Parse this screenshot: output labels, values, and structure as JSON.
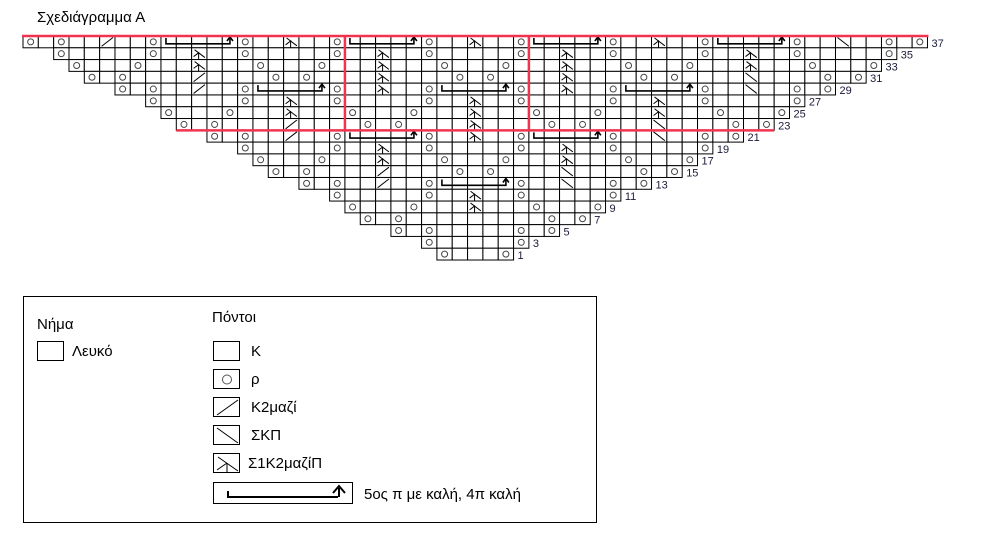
{
  "title": "Σχεδιάγραμμα Α",
  "chart_data": {
    "type": "knitting-chart",
    "columns": 59,
    "stitch_types": [
      "K",
      "ρ",
      "K2μαζί",
      "ΣΚΠ",
      "Σ1K2μαζίΠ",
      "bracket"
    ],
    "repeat": {
      "rows": [
        23,
        37
      ],
      "cols": [
        21,
        32
      ],
      "color": "#f0344f"
    },
    "rows": [
      {
        "row": 37,
        "first": 0,
        "last": 58,
        "o": [
          0,
          2,
          8,
          14,
          20,
          26,
          32,
          38,
          44,
          50,
          56,
          58
        ],
        "k2tog": [
          5
        ],
        "skp": [
          53
        ],
        "s1k2": [
          17,
          29,
          41
        ],
        "brackets": [
          [
            9,
            13
          ],
          [
            21,
            25
          ],
          [
            33,
            37
          ],
          [
            45,
            49
          ]
        ]
      },
      {
        "row": 35,
        "first": 2,
        "last": 56,
        "o": [
          2,
          8,
          14,
          20,
          26,
          32,
          38,
          44,
          50,
          56
        ],
        "k2tog": [],
        "skp": [],
        "s1k2": [
          11,
          23,
          35,
          47
        ],
        "brackets": []
      },
      {
        "row": 33,
        "first": 3,
        "last": 55,
        "o": [
          3,
          7,
          15,
          19,
          27,
          31,
          39,
          43,
          51,
          55
        ],
        "k2tog": [],
        "skp": [],
        "s1k2": [
          11,
          23,
          35,
          47
        ],
        "brackets": []
      },
      {
        "row": 31,
        "first": 4,
        "last": 54,
        "o": [
          4,
          6,
          16,
          18,
          28,
          30,
          40,
          42,
          52,
          54
        ],
        "k2tog": [
          11
        ],
        "skp": [
          47
        ],
        "s1k2": [
          23,
          35
        ],
        "brackets": []
      },
      {
        "row": 29,
        "first": 6,
        "last": 52,
        "o": [
          6,
          8,
          14,
          20,
          26,
          32,
          38,
          44,
          50,
          52
        ],
        "k2tog": [
          11
        ],
        "skp": [
          47
        ],
        "s1k2": [
          23,
          35
        ],
        "brackets": [
          [
            15,
            19
          ],
          [
            27,
            31
          ],
          [
            39,
            43
          ]
        ]
      },
      {
        "row": 27,
        "first": 8,
        "last": 50,
        "o": [
          8,
          14,
          20,
          26,
          32,
          38,
          44,
          50
        ],
        "k2tog": [],
        "skp": [],
        "s1k2": [
          17,
          29,
          41
        ],
        "brackets": []
      },
      {
        "row": 25,
        "first": 9,
        "last": 49,
        "o": [
          9,
          13,
          21,
          25,
          33,
          37,
          45,
          49
        ],
        "k2tog": [],
        "skp": [],
        "s1k2": [
          17,
          29,
          41
        ],
        "brackets": []
      },
      {
        "row": 23,
        "first": 10,
        "last": 48,
        "o": [
          10,
          12,
          22,
          24,
          34,
          36,
          46,
          48
        ],
        "k2tog": [
          17
        ],
        "skp": [
          41
        ],
        "s1k2": [
          29
        ],
        "brackets": []
      },
      {
        "row": 21,
        "first": 12,
        "last": 46,
        "o": [
          12,
          14,
          20,
          26,
          32,
          38,
          44,
          46
        ],
        "k2tog": [
          17
        ],
        "skp": [
          41
        ],
        "s1k2": [
          29
        ],
        "brackets": [
          [
            21,
            25
          ],
          [
            33,
            37
          ]
        ]
      },
      {
        "row": 19,
        "first": 14,
        "last": 44,
        "o": [
          14,
          20,
          26,
          32,
          38,
          44
        ],
        "k2tog": [],
        "skp": [],
        "s1k2": [
          23,
          35
        ],
        "brackets": []
      },
      {
        "row": 17,
        "first": 15,
        "last": 43,
        "o": [
          15,
          19,
          27,
          31,
          39,
          43
        ],
        "k2tog": [],
        "skp": [],
        "s1k2": [
          23,
          35
        ],
        "brackets": []
      },
      {
        "row": 15,
        "first": 16,
        "last": 42,
        "o": [
          16,
          18,
          28,
          30,
          40,
          42
        ],
        "k2tog": [
          23
        ],
        "skp": [
          35
        ],
        "s1k2": [],
        "brackets": []
      },
      {
        "row": 13,
        "first": 18,
        "last": 40,
        "o": [
          18,
          20,
          26,
          32,
          38,
          40
        ],
        "k2tog": [
          23
        ],
        "skp": [
          35
        ],
        "s1k2": [],
        "brackets": [
          [
            27,
            31
          ]
        ]
      },
      {
        "row": 11,
        "first": 20,
        "last": 38,
        "o": [
          20,
          26,
          32,
          38
        ],
        "k2tog": [],
        "skp": [],
        "s1k2": [
          29
        ],
        "brackets": []
      },
      {
        "row": 9,
        "first": 21,
        "last": 37,
        "o": [
          21,
          25,
          33,
          37
        ],
        "k2tog": [],
        "skp": [],
        "s1k2": [
          29
        ],
        "brackets": []
      },
      {
        "row": 7,
        "first": 22,
        "last": 36,
        "o": [
          22,
          24,
          34,
          36
        ],
        "k2tog": [],
        "skp": [],
        "s1k2": [],
        "brackets": []
      },
      {
        "row": 5,
        "first": 24,
        "last": 34,
        "o": [
          24,
          26,
          32,
          34
        ],
        "k2tog": [],
        "skp": [],
        "s1k2": [],
        "brackets": []
      },
      {
        "row": 3,
        "first": 26,
        "last": 32,
        "o": [
          26,
          32
        ],
        "k2tog": [],
        "skp": [],
        "s1k2": [],
        "brackets": []
      },
      {
        "row": 1,
        "first": 27,
        "last": 31,
        "o": [
          27,
          31
        ],
        "k2tog": [],
        "skp": [],
        "s1k2": [],
        "brackets": []
      }
    ]
  },
  "legend": {
    "yarn_heading": "Νήμα",
    "yarn_label": "Λευκό",
    "stitches_heading": "Πόντοι",
    "items": [
      {
        "symbol": "knit",
        "label": "K"
      },
      {
        "symbol": "yarn-over",
        "label": "ρ"
      },
      {
        "symbol": "k2tog",
        "label": "K2μαζί"
      },
      {
        "symbol": "skp",
        "label": "ΣΚΠ"
      },
      {
        "symbol": "s1k2",
        "label": "Σ1K2μαζίΠ"
      },
      {
        "symbol": "bracket",
        "label": "5ος π με καλή, 4π καλή"
      }
    ]
  }
}
